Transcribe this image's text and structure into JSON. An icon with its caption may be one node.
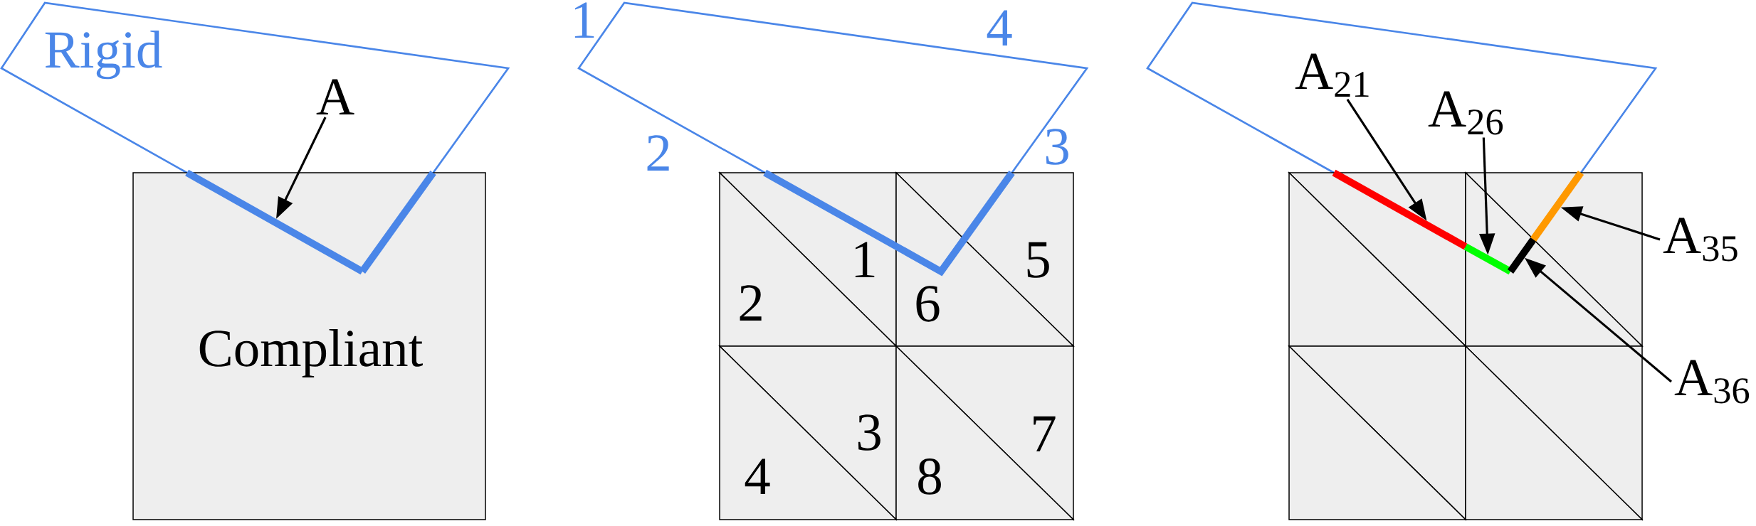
{
  "diagram": {
    "nodes": [
      {
        "text": [
          "A"
        ]
      },
      {
        "text": [],
        "shape": "bar"
      },
      {
        "text": [
          "A$_{21}$"
        ]
      },
      {
        "text": [],
        "shape": "bar"
      },
      {
        "text": [
          "A$_{26}$"
        ]
      },
      {
        "text": [],
        "shape": "bar"
      },
      {
        "text": [
          "A$_{35}$"
        ]
      },
      {
        "text": [],
        "shape": "bar"
      },
      {
        "text": [
          "A$_{36}$"
        ]
      },
      {
        "text": [],
        "shape": "bar"
      }
    ],
    "edges": [
      {
        "from": 0,
        "to": 1,
        "arrow": "to"
      },
      {
        "from": 2,
        "to": 3,
        "arrow": "to"
      },
      {
        "from": 4,
        "to": 5,
        "arrow": "to"
      },
      {
        "from": 6,
        "to": 7,
        "arrow": "to"
      },
      {
        "from": 8,
        "to": 9,
        "arrow": "to"
      }
    ],
    "labels": [
      "Rigid",
      "1",
      "4",
      "2",
      "3",
      "Compliant",
      "1",
      "5",
      "2",
      "6",
      "3",
      "7",
      "4",
      "8"
    ]
  }
}
